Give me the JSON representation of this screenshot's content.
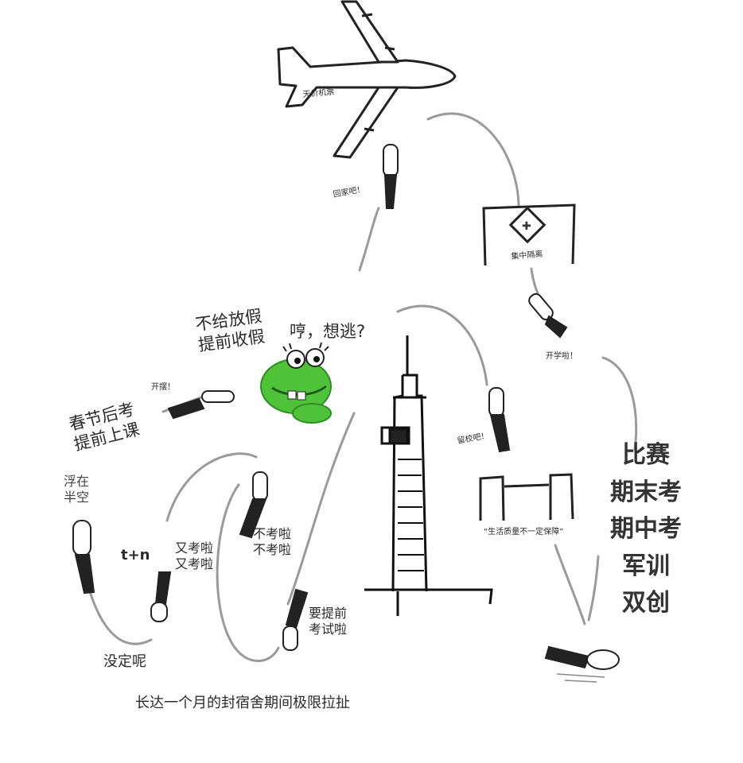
{
  "labels": {
    "airplane": "天价机票",
    "go_home": "回家吧！",
    "quarantine": "集中隔离",
    "school_start": "开学啦！",
    "no_holiday": "不给放假\n提前收假",
    "hmph": "哼，想逃?",
    "give_up": "开摆！",
    "spring_exam": "春节后考\n提前上课",
    "stay_school": "留校吧！",
    "floating": "浮在\n半空",
    "quality": "“生活质量不一定保障”",
    "t_plus_n": "t+n",
    "exam_again": "又考啦\n又考啦",
    "no_exam": "不考啦\n不考啦",
    "early_exam": "要提前\n考试啦",
    "undecided": "没定呢",
    "events": "比赛\n期末考\n期中考\n军训\n双创",
    "caption": "长达一个月的封宿舍期间极限拉扯"
  },
  "colors": {
    "frog_green": "#4fc23a",
    "frog_dark": "#2f8f25",
    "ink": "#2b2b2b",
    "trail": "#9a9a9a"
  }
}
